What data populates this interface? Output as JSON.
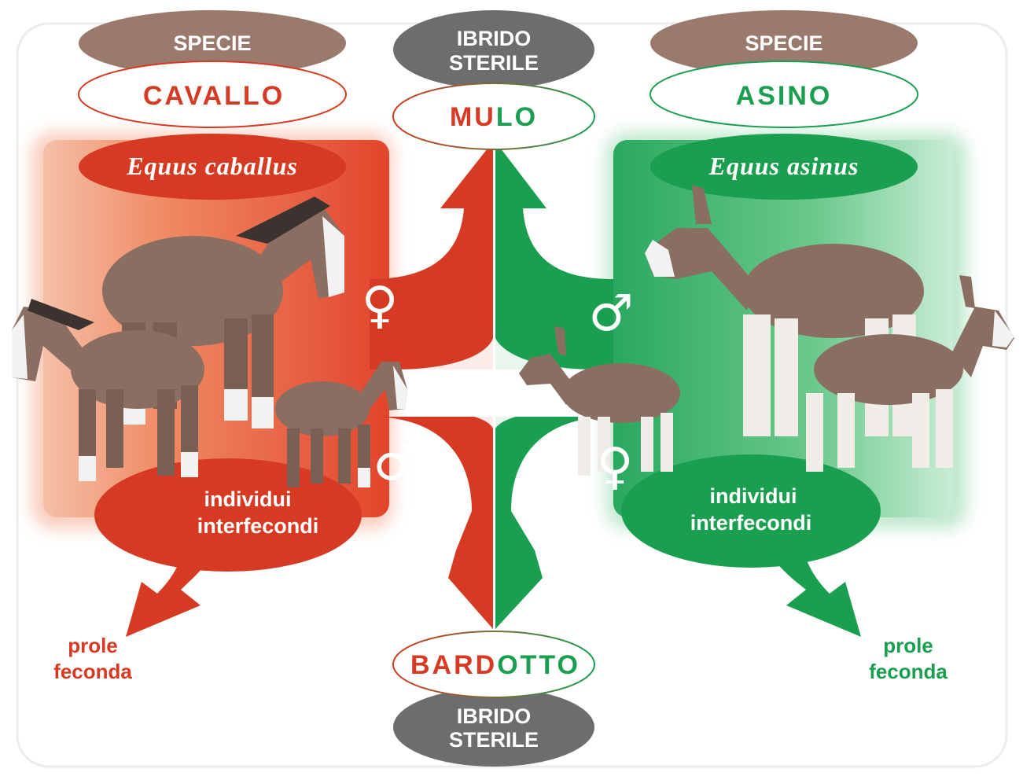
{
  "colors": {
    "red": "#d63a22",
    "green": "#1a9e50",
    "brown": "#9a7a6c",
    "grey": "#6d6d6d",
    "animal": "#8a6e62"
  },
  "horse_side": {
    "species_label": "SPECIE",
    "common_name": "CAVALLO",
    "latin_name": "Equus caballus",
    "group_line1": "individui",
    "group_line2": "interfecondi",
    "female_symbol": "♀",
    "male_symbol": "♂",
    "offspring_line1": "prole",
    "offspring_line2": "feconda"
  },
  "donkey_side": {
    "species_label": "SPECIE",
    "common_name": "ASINO",
    "latin_name": "Equus asinus",
    "group_line1": "individui",
    "group_line2": "interfecondi",
    "male_symbol": "♂",
    "female_symbol": "♀",
    "offspring_line1": "prole",
    "offspring_line2": "feconda"
  },
  "mule": {
    "hybrid_line1": "IBRIDO",
    "hybrid_line2": "STERILE",
    "name_part_red": "MU",
    "name_part_green": "LO"
  },
  "hinny": {
    "hybrid_line1": "IBRIDO",
    "hybrid_line2": "STERILE",
    "name_part_red": "BARD",
    "name_part_green": "OTTO"
  }
}
